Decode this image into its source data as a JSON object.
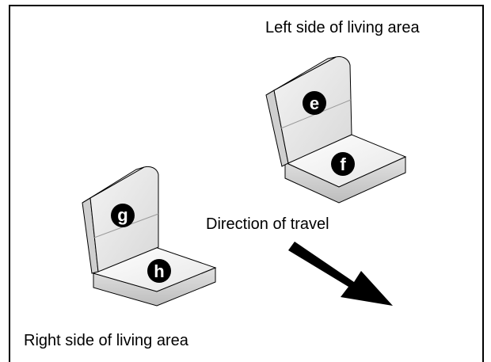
{
  "labels": {
    "left_side": "Left side of living area",
    "right_side": "Right side of living area",
    "direction": "Direction of travel"
  },
  "seats": {
    "left_seat": {
      "back_badge": "e",
      "cushion_badge": "f"
    },
    "right_seat": {
      "back_badge": "g",
      "cushion_badge": "h"
    }
  },
  "colors": {
    "outline": "#000000",
    "seat_fill": "#ececec",
    "seat_shade": "#c8c8c8",
    "badge_fill": "#000000"
  }
}
